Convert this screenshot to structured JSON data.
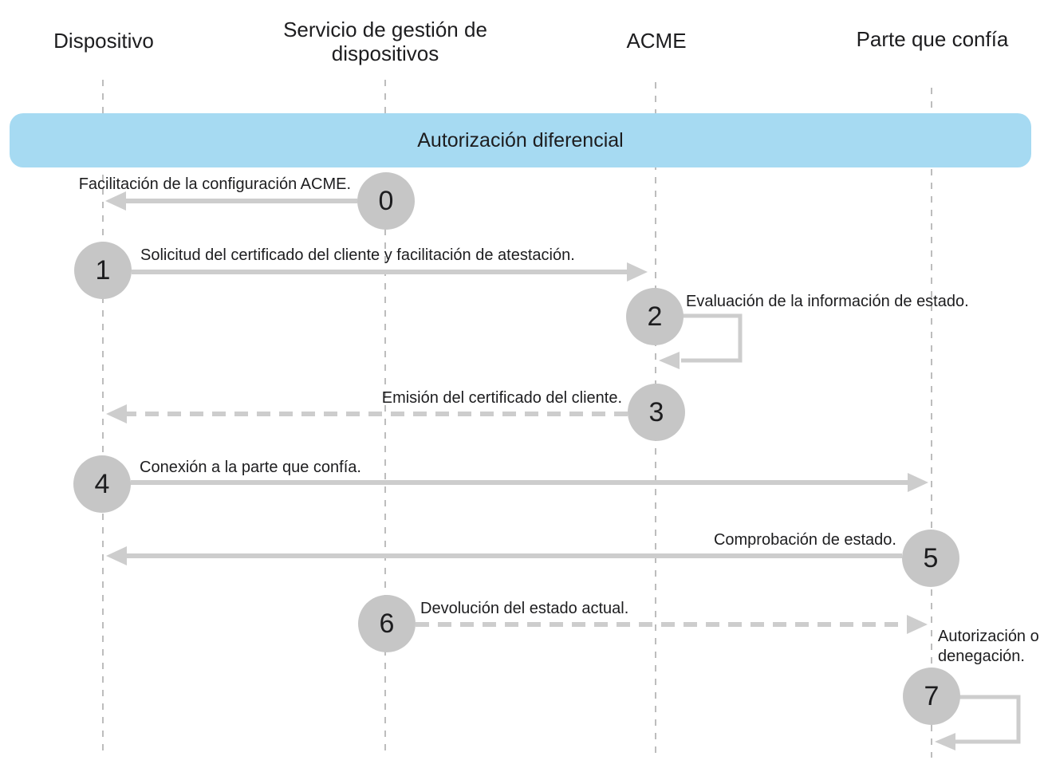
{
  "diagram": {
    "title": "Autorización diferencial",
    "actors": [
      {
        "id": "dispositivo",
        "label": "Dispositivo"
      },
      {
        "id": "servicio-gestion",
        "label": "Servicio de gestión de dispositivos"
      },
      {
        "id": "acme",
        "label": "ACME"
      },
      {
        "id": "parte-confia",
        "label": "Parte que confía"
      }
    ],
    "banner": {
      "label": "Autorización diferencial"
    },
    "steps": [
      {
        "number": "0",
        "label": "Facilitación de la configuración ACME.",
        "from": "Servicio de gestión de dispositivos",
        "to": "Dispositivo",
        "line": "solid"
      },
      {
        "number": "1",
        "label": "Solicitud del certificado del cliente y facilitación de atestación.",
        "from": "Dispositivo",
        "to": "ACME",
        "line": "solid"
      },
      {
        "number": "2",
        "label": "Evaluación de la información de estado.",
        "from": "ACME",
        "to": "ACME",
        "line": "self-loop"
      },
      {
        "number": "3",
        "label": "Emisión del certificado del cliente.",
        "from": "ACME",
        "to": "Dispositivo",
        "line": "dashed"
      },
      {
        "number": "4",
        "label": "Conexión a la parte que confía.",
        "from": "Dispositivo",
        "to": "Parte que confía",
        "line": "solid"
      },
      {
        "number": "5",
        "label": "Comprobación de estado.",
        "from": "Parte que confía",
        "to": "Dispositivo",
        "line": "solid"
      },
      {
        "number": "6",
        "label": "Devolución del estado actual.",
        "from": "Servicio de gestión de dispositivos",
        "to": "Parte que confía",
        "line": "dashed"
      },
      {
        "number": "7",
        "label": "Autorización o denegación.",
        "from": "Parte que confía",
        "to": "Parte que confía",
        "line": "self-loop"
      }
    ],
    "colors": {
      "banner_background": "#a6daf2",
      "step_circle": "#c6c6c6",
      "arrow": "#cdcdcd",
      "lifeline": "#bdbdbd",
      "text": "#1d1d1f"
    }
  }
}
